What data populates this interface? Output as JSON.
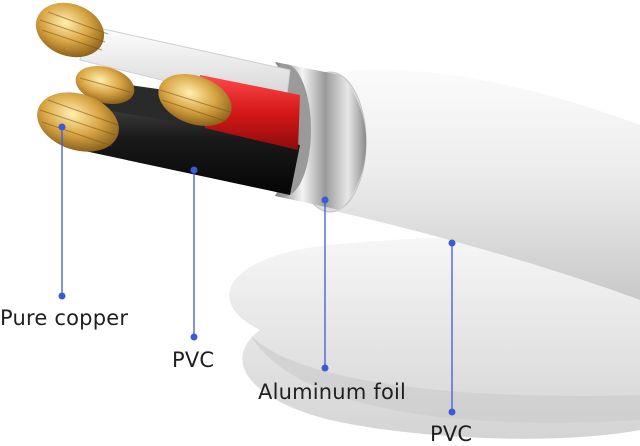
{
  "labels": {
    "pure_copper": "Pure copper",
    "pvc_inner": "PVC",
    "aluminum_foil": "Aluminum foil",
    "pvc_outer": "PVC"
  },
  "colors": {
    "leader_line": "#3b5bd6",
    "jacket": "#e9e9e9",
    "copper": "#c99a3a",
    "red_insulation": "#d51717",
    "black_insulation": "#161616",
    "foil": "#b8b8b8"
  }
}
